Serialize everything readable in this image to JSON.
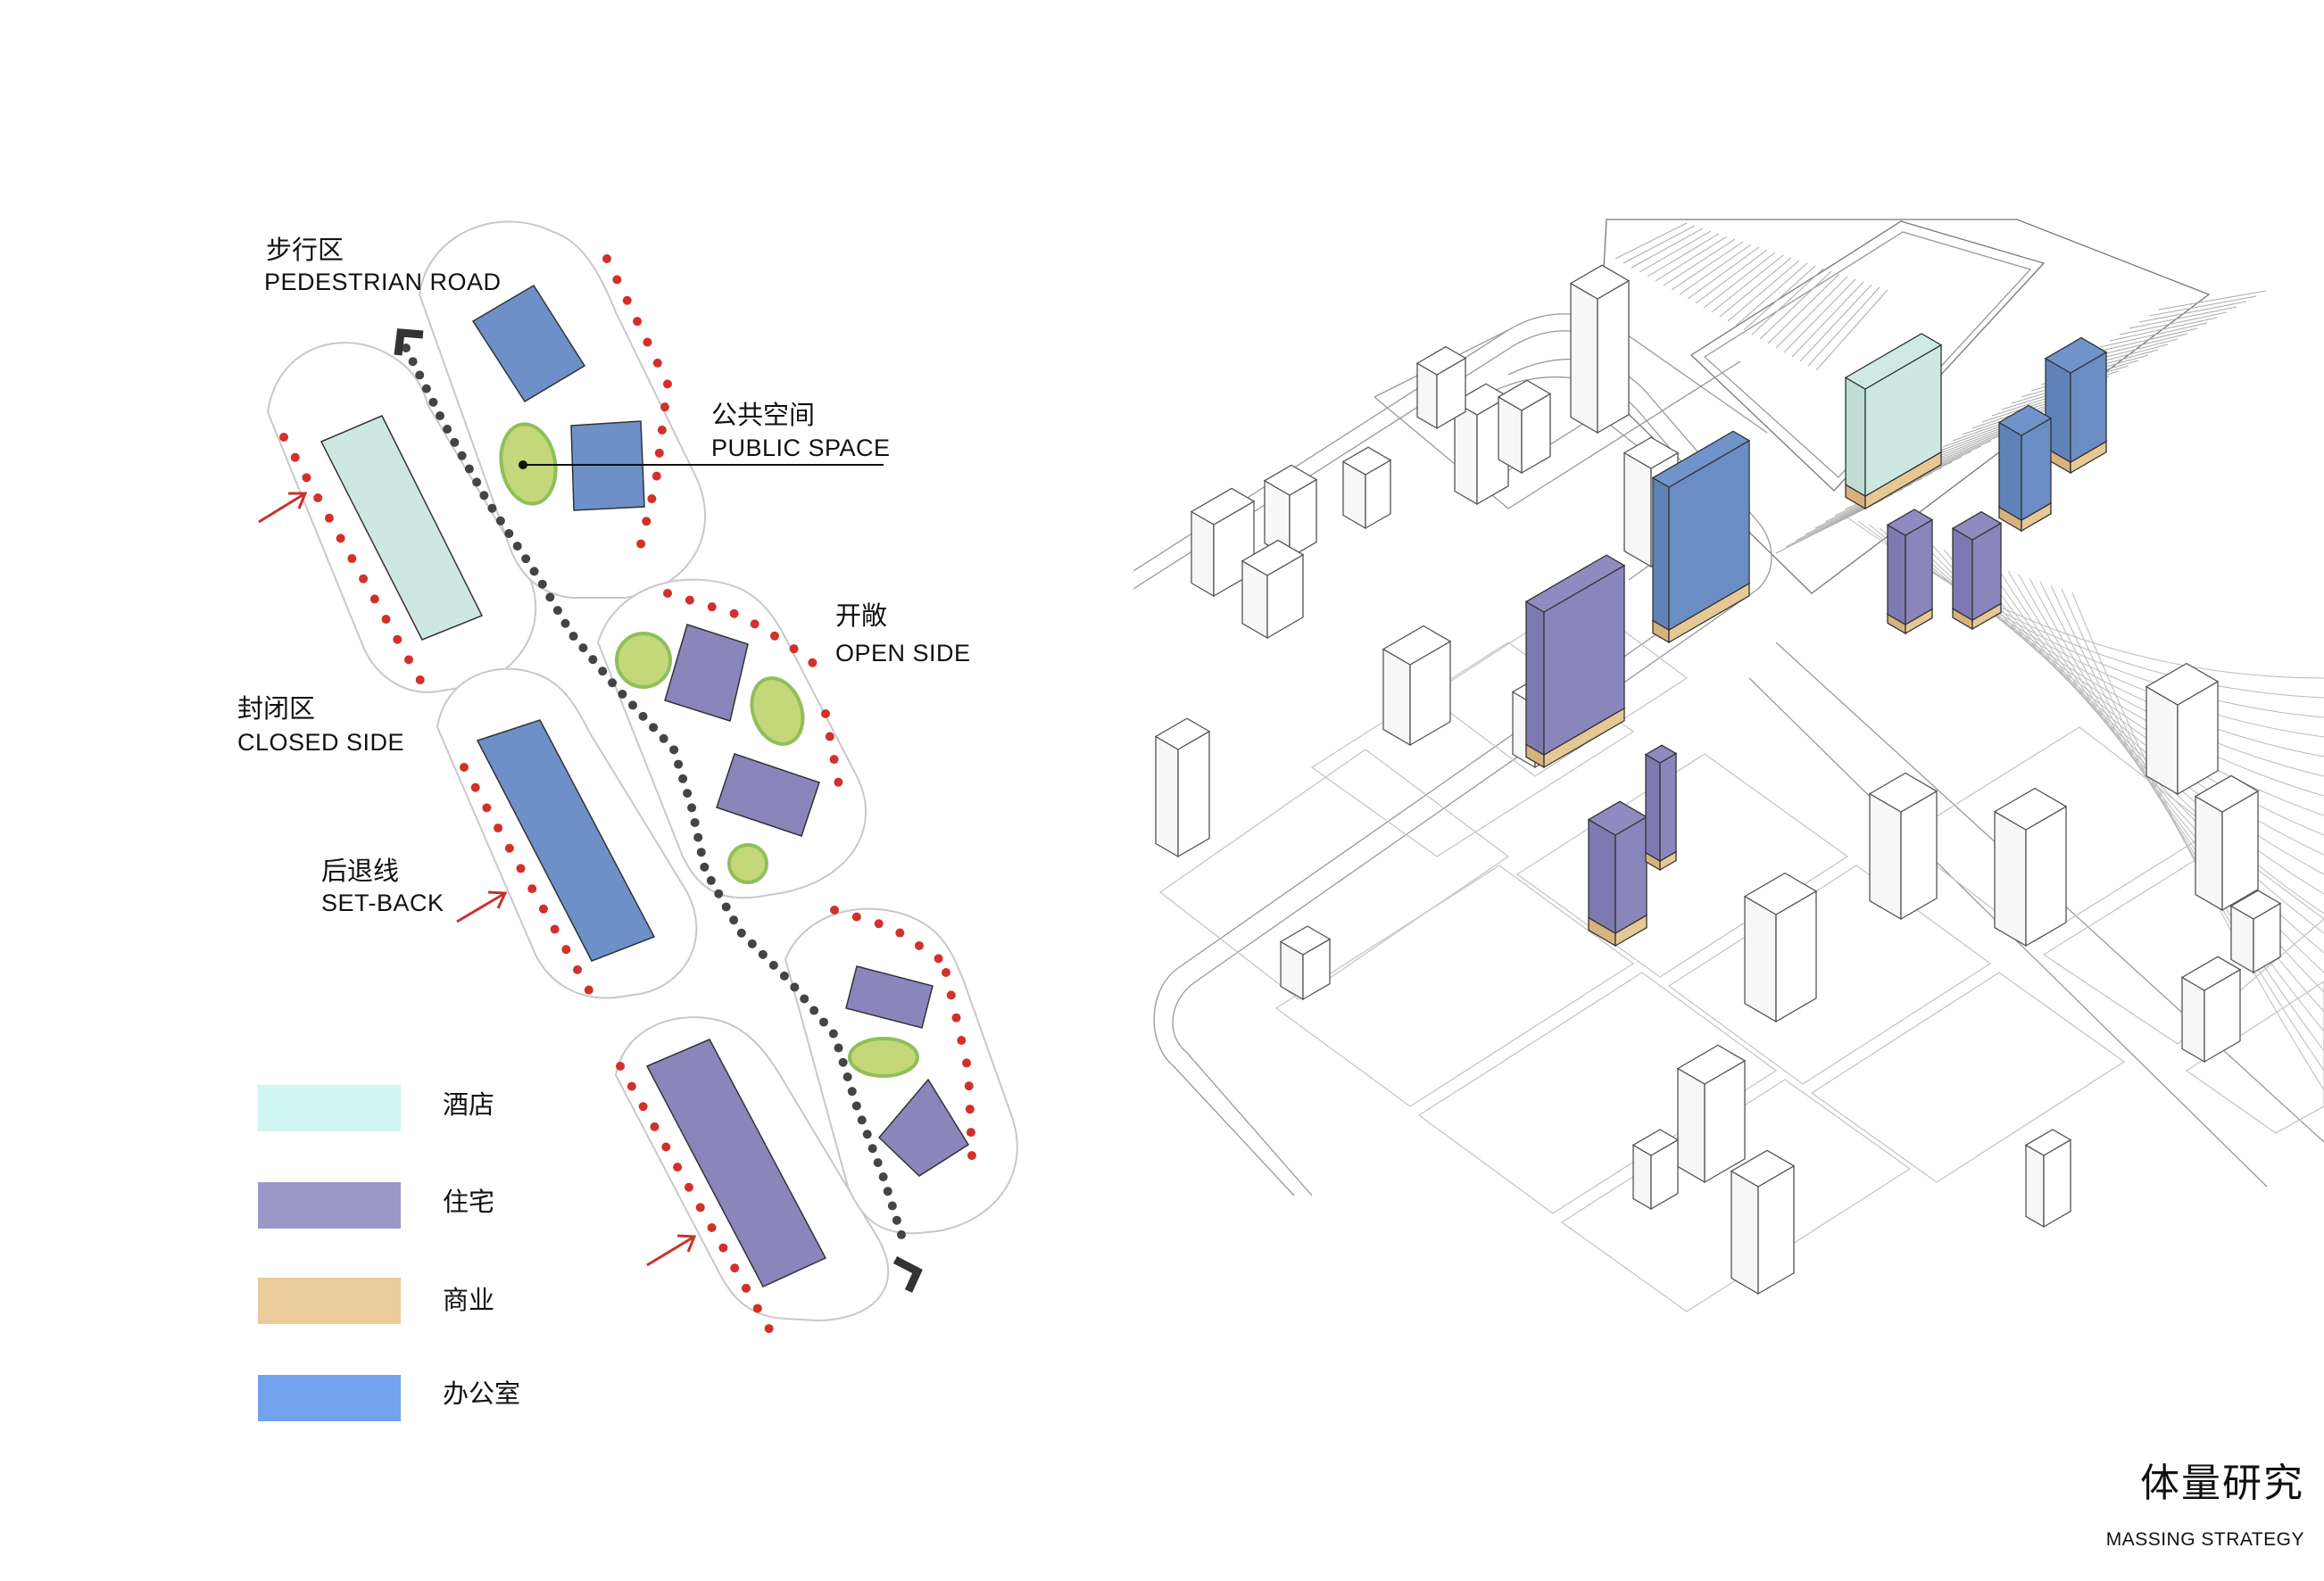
{
  "labels": {
    "pedestrian": {
      "cn": "步行区",
      "en": "PEDESTRIAN ROAD"
    },
    "public_space": {
      "cn": "公共空间",
      "en": "PUBLIC SPACE"
    },
    "open_side": {
      "cn": "开敞",
      "en": "OPEN SIDE"
    },
    "closed_side": {
      "cn": "封闭区",
      "en": "CLOSED SIDE"
    },
    "setback": {
      "cn": "后退线",
      "en": "SET-BACK"
    }
  },
  "legend": [
    {
      "label": "酒店",
      "color": "#cff5f1"
    },
    {
      "label": "住宅",
      "color": "#9b97c6"
    },
    {
      "label": "商业",
      "color": "#ebca9c"
    },
    {
      "label": "办公室",
      "color": "#75a2ec"
    }
  ],
  "title": {
    "cn": "体量研究",
    "en": "MASSING STRATEGY"
  },
  "colors": {
    "hotel_block": "#cde8e2",
    "residential_block": "#8a86bb",
    "office_block": "#6d90c8",
    "commercial_base": "#e2c08d",
    "green_space": "#c4d77a",
    "setback_dots": "#d2302b",
    "path_dots": "#444444",
    "arrow": "#c8322c"
  }
}
